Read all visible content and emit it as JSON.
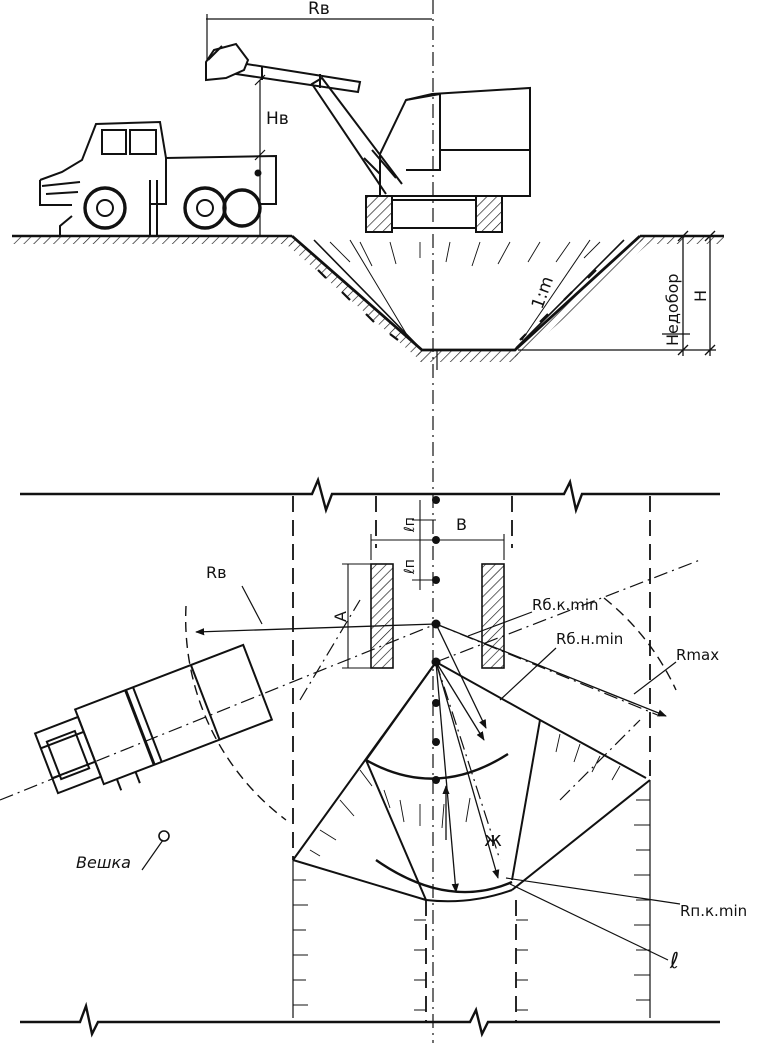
{
  "elevation": {
    "reach_label": "Rв",
    "height_label": "Нв",
    "slope_label": "1:m",
    "shortfall_label": "Недобор",
    "depth_label": "Н"
  },
  "plan": {
    "reach_label": "Rв",
    "width_label": "В",
    "step_label_1": "ℓп",
    "step_label_2": "ℓп",
    "a_label": "А",
    "r_bk_label": "Rб.к.min",
    "r_bn_label": "Rб.н.min",
    "r_max_label": "Rmax",
    "r_pk_label": "Rп.к.min",
    "stake_label": "Вешка",
    "l_label": "ℓ",
    "star_mark": "ж"
  }
}
